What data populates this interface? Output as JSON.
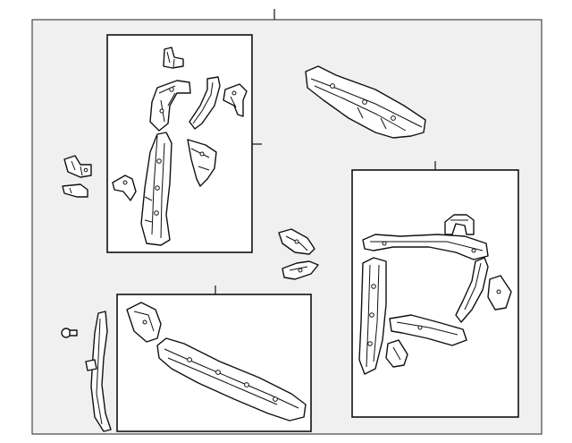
{
  "diagram": {
    "kind": "exploded parts diagram",
    "line_color": "#111111",
    "frame_color": "#f0f0f0",
    "groups": [
      {
        "id": "upper-left-assembly",
        "parts": [
          "upper-bracket",
          "upper-support",
          "side-support-member",
          "small-brace",
          "mount-plate",
          "lower-bracket"
        ]
      },
      {
        "id": "right-assembly",
        "parts": [
          "top-hanger",
          "upper-support-arm",
          "side-member",
          "support-bracket",
          "brace-bracket",
          "lower-plate"
        ]
      },
      {
        "id": "bottom-assembly",
        "parts": [
          "end-bracket",
          "lower-support-crossmember"
        ]
      }
    ],
    "loose_parts": [
      "upper-crossmember",
      "small-bracket-a",
      "small-bracket-b",
      "center-bracket-upper",
      "center-bracket-lower",
      "clip",
      "side-rail"
    ]
  }
}
